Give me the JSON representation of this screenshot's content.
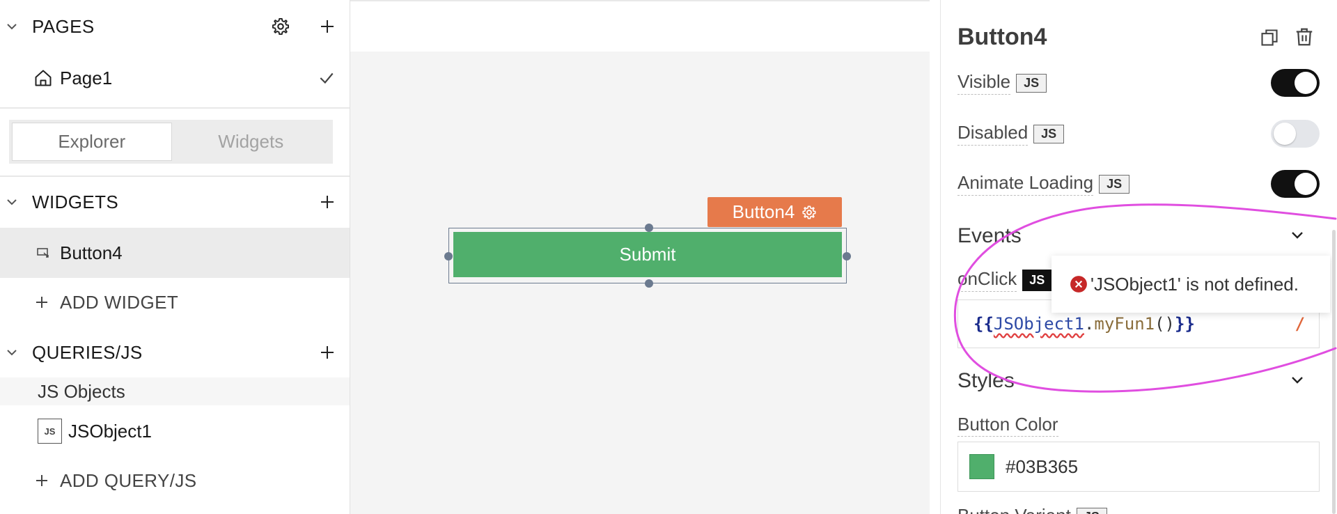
{
  "sidebar": {
    "pages": {
      "title": "PAGES",
      "items": [
        {
          "label": "Page1"
        }
      ]
    },
    "tabs": [
      {
        "label": "Explorer",
        "active": true
      },
      {
        "label": "Widgets",
        "active": false
      }
    ],
    "widgets": {
      "title": "WIDGETS",
      "items": [
        {
          "label": "Button4"
        }
      ],
      "add_label": "ADD WIDGET"
    },
    "queries": {
      "title": "QUERIES/JS",
      "group_label": "JS Objects",
      "items": [
        {
          "label": "JSObject1",
          "badge": "JS"
        }
      ],
      "add_label": "ADD QUERY/JS"
    }
  },
  "canvas": {
    "widget_tag": "Button4",
    "submit_label": "Submit"
  },
  "pane": {
    "title": "Button4",
    "props": [
      {
        "label": "Visible",
        "chip": "JS",
        "toggle": true
      },
      {
        "label": "Disabled",
        "chip": "JS",
        "toggle": false
      },
      {
        "label": "Animate Loading",
        "chip": "JS",
        "toggle": true
      }
    ],
    "events": {
      "title": "Events",
      "onclick_label": "onClick",
      "onclick_chip": "JS",
      "code": {
        "open": "{{",
        "object": "JSObject1",
        "dot": ".",
        "fn": "myFun1",
        "parens": "()",
        "close": "}}"
      },
      "error": "'JSObject1' is not defined."
    },
    "styles": {
      "title": "Styles",
      "button_color_label": "Button Color",
      "button_color_value": "#03B365",
      "button_variant_label": "Button Variant",
      "button_variant_chip": "JS"
    }
  },
  "colors": {
    "accent_green": "#50af6c",
    "widget_tag": "#e67a4b",
    "annotation": "#e04ee0",
    "error": "#c62828"
  }
}
